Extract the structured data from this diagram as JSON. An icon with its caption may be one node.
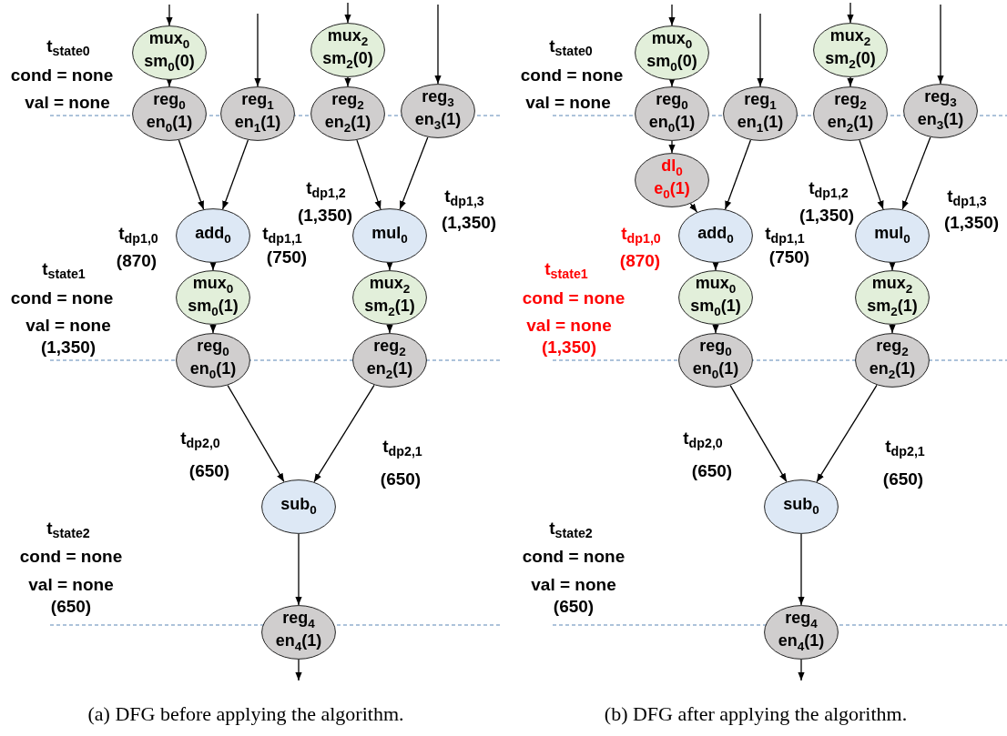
{
  "diagram": {
    "nodes": [
      {
        "text": [
          "mux$_{0}$",
          "sm$_{0}$(0)"
        ]
      },
      {
        "text": [
          "mux$_{2}$",
          "sm$_{2}$(0)"
        ]
      },
      {
        "text": [
          "reg$_{0}$",
          "en$_{0}$(1)"
        ]
      },
      {
        "text": [
          "reg$_{1}$",
          "en$_{1}$(1)"
        ]
      },
      {
        "text": [
          "reg$_{2}$",
          "en$_{2}$(1)"
        ]
      },
      {
        "text": [
          "reg$_{3}$",
          "en$_{3}$(1)"
        ]
      },
      {
        "text": [
          "add$_{0}$"
        ]
      },
      {
        "text": [
          "mul$_{0}$"
        ]
      },
      {
        "text": [
          "mux$_{0}$",
          "sm$_{0}$(1)"
        ]
      },
      {
        "text": [
          "mux$_{2}$",
          "sm$_{2}$(1)"
        ]
      },
      {
        "text": [
          "reg$_{0}$",
          "en$_{0}$(1)"
        ]
      },
      {
        "text": [
          "reg$_{2}$",
          "en$_{2}$(1)"
        ]
      },
      {
        "text": [
          "sub$_{0}$"
        ]
      },
      {
        "text": [
          "reg$_{4}$",
          "en$_{4}$(1)"
        ]
      },
      {
        "text": [
          "mux$_{0}$",
          "sm$_{0}$(0)"
        ]
      },
      {
        "text": [
          "mux$_{2}$",
          "sm$_{2}$(0)"
        ]
      },
      {
        "text": [
          "reg$_{0}$",
          "en$_{0}$(1)"
        ]
      },
      {
        "text": [
          "reg$_{1}$",
          "en$_{1}$(1)"
        ]
      },
      {
        "text": [
          "reg$_{2}$",
          "en$_{2}$(1)"
        ]
      },
      {
        "text": [
          "reg$_{3}$",
          "en$_{3}$(1)"
        ]
      },
      {
        "text": [
          "dl$_{0}$",
          "e$_{0}$(1)"
        ]
      },
      {
        "text": [
          "add$_{0}$"
        ]
      },
      {
        "text": [
          "mul$_{0}$"
        ]
      },
      {
        "text": [
          "mux$_{0}$",
          "sm$_{0}$(1)"
        ]
      },
      {
        "text": [
          "mux$_{2}$",
          "sm$_{2}$(1)"
        ]
      },
      {
        "text": [
          "reg$_{0}$",
          "en$_{0}$(1)"
        ]
      },
      {
        "text": [
          "reg$_{2}$",
          "en$_{2}$(1)"
        ]
      },
      {
        "text": [
          "sub$_{0}$"
        ]
      },
      {
        "text": [
          "reg$_{4}$",
          "en$_{4}$(1)"
        ]
      }
    ],
    "edges": [
      {
        "from": null,
        "to": 0,
        "arrow": "to"
      },
      {
        "from": null,
        "to": 3,
        "arrow": "to"
      },
      {
        "from": null,
        "to": 1,
        "arrow": "to"
      },
      {
        "from": null,
        "to": 5,
        "arrow": "to"
      },
      {
        "from": 0,
        "to": 2,
        "arrow": "to"
      },
      {
        "from": 1,
        "to": 4,
        "arrow": "to"
      },
      {
        "from": 2,
        "to": 6,
        "arrow": "to"
      },
      {
        "from": 3,
        "to": 6,
        "arrow": "to"
      },
      {
        "from": 4,
        "to": 7,
        "arrow": "to"
      },
      {
        "from": 5,
        "to": 7,
        "arrow": "to"
      },
      {
        "from": 6,
        "to": 8,
        "arrow": "to"
      },
      {
        "from": 7,
        "to": 9,
        "arrow": "to"
      },
      {
        "from": 8,
        "to": 10,
        "arrow": "to"
      },
      {
        "from": 9,
        "to": 11,
        "arrow": "to"
      },
      {
        "from": 10,
        "to": 12,
        "arrow": "to"
      },
      {
        "from": 11,
        "to": 12,
        "arrow": "to"
      },
      {
        "from": 12,
        "to": 13,
        "arrow": "to"
      },
      {
        "from": 13,
        "to": null,
        "arrow": "to"
      },
      {
        "from": null,
        "to": 14,
        "arrow": "to"
      },
      {
        "from": null,
        "to": 17,
        "arrow": "to"
      },
      {
        "from": null,
        "to": 15,
        "arrow": "to"
      },
      {
        "from": null,
        "to": 19,
        "arrow": "to"
      },
      {
        "from": 14,
        "to": 16,
        "arrow": "to"
      },
      {
        "from": 15,
        "to": 18,
        "arrow": "to"
      },
      {
        "from": 16,
        "to": 20,
        "arrow": "to"
      },
      {
        "from": 20,
        "to": 21,
        "arrow": "to"
      },
      {
        "from": 17,
        "to": 21,
        "arrow": "to"
      },
      {
        "from": 18,
        "to": 22,
        "arrow": "to"
      },
      {
        "from": 19,
        "to": 22,
        "arrow": "to"
      },
      {
        "from": 21,
        "to": 23,
        "arrow": "to"
      },
      {
        "from": 22,
        "to": 24,
        "arrow": "to"
      },
      {
        "from": 23,
        "to": 25,
        "arrow": "to"
      },
      {
        "from": 24,
        "to": 26,
        "arrow": "to"
      },
      {
        "from": 25,
        "to": 27,
        "arrow": "to"
      },
      {
        "from": 26,
        "to": 27,
        "arrow": "to"
      },
      {
        "from": 27,
        "to": 28,
        "arrow": "to"
      },
      {
        "from": 28,
        "to": null,
        "arrow": "to"
      }
    ],
    "labels": [
      "t$_{state0}$",
      "cond = none",
      "val = none",
      "t$_{dp1,0}$",
      "(870)",
      "t$_{dp1,1}$",
      "(750)",
      "t$_{dp1,2}$",
      "(1,350)",
      "t$_{dp1,3}$",
      "(1,350)",
      "t$_{state1}$",
      "cond = none",
      "val = none",
      "(1,350)",
      "t$_{dp2,0}$",
      "(650)",
      "t$_{dp2,1}$",
      "(650)",
      "t$_{state2}$",
      "cond = none",
      "val = none",
      "(650)",
      "t$_{state0}$",
      "cond = none",
      "val = none",
      "t$_{dp1,0}$",
      "(870)",
      "t$_{dp1,1}$",
      "(750)",
      "t$_{dp1,2}$",
      "(1,350)",
      "t$_{dp1,3}$",
      "(1,350)",
      "t$_{state1}$",
      "cond = none",
      "val = none",
      "(1,350)",
      "t$_{dp2,0}$",
      "(650)",
      "t$_{dp2,1}$",
      "(650)",
      "t$_{state2}$",
      "cond = none",
      "val = none",
      "(650)",
      "(a) DFG before applying the algorithm.",
      "(b) DFG after applying the algorithm."
    ]
  }
}
